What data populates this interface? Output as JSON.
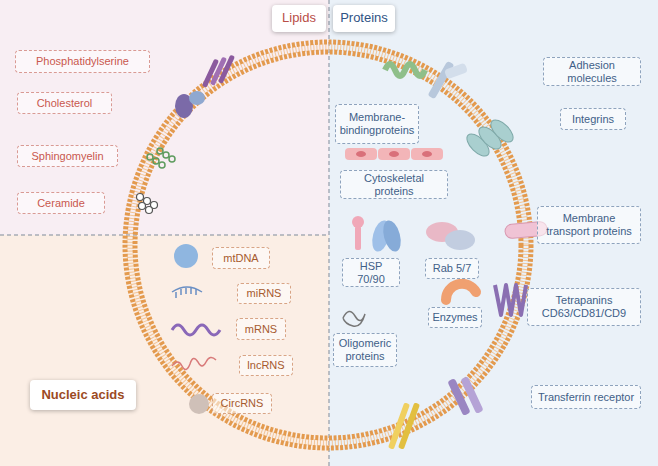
{
  "diagram": {
    "nodes": [
      {
        "text": [
          "Lipids"
        ]
      },
      {
        "text": [
          "Phosphatidylserine"
        ]
      },
      {
        "text": [
          "Cholesterol"
        ]
      },
      {
        "text": [
          "Sphingomyelin"
        ]
      },
      {
        "text": [
          "Ceramide"
        ]
      },
      {
        "text": [
          "Proteins"
        ]
      },
      {
        "text": [
          "Membrane- bindingproteins"
        ]
      },
      {
        "text": [
          "Adhesion molecules"
        ]
      },
      {
        "text": [
          "Integrins"
        ]
      },
      {
        "text": [
          "Cytoskeletal proteins"
        ]
      },
      {
        "text": [
          "Membrane transport proteins"
        ]
      },
      {
        "text": [
          "HSP 70/90"
        ]
      },
      {
        "text": [
          "Rab 5/7"
        ]
      },
      {
        "text": [
          "Enzymes"
        ]
      },
      {
        "text": [
          "Tetrapanins CD63/CD81/CD9"
        ]
      },
      {
        "text": [
          "Oligomeric proteins"
        ]
      },
      {
        "text": [
          "Transferrin receptor"
        ]
      },
      {
        "text": [
          "Nucleic acids"
        ]
      },
      {
        "text": [
          "mtDNA"
        ]
      },
      {
        "text": [
          "miRNS"
        ]
      },
      {
        "text": [
          "mRNS"
        ]
      },
      {
        "text": [
          "lncRNS"
        ]
      },
      {
        "text": [
          "CircRNS"
        ]
      }
    ]
  }
}
